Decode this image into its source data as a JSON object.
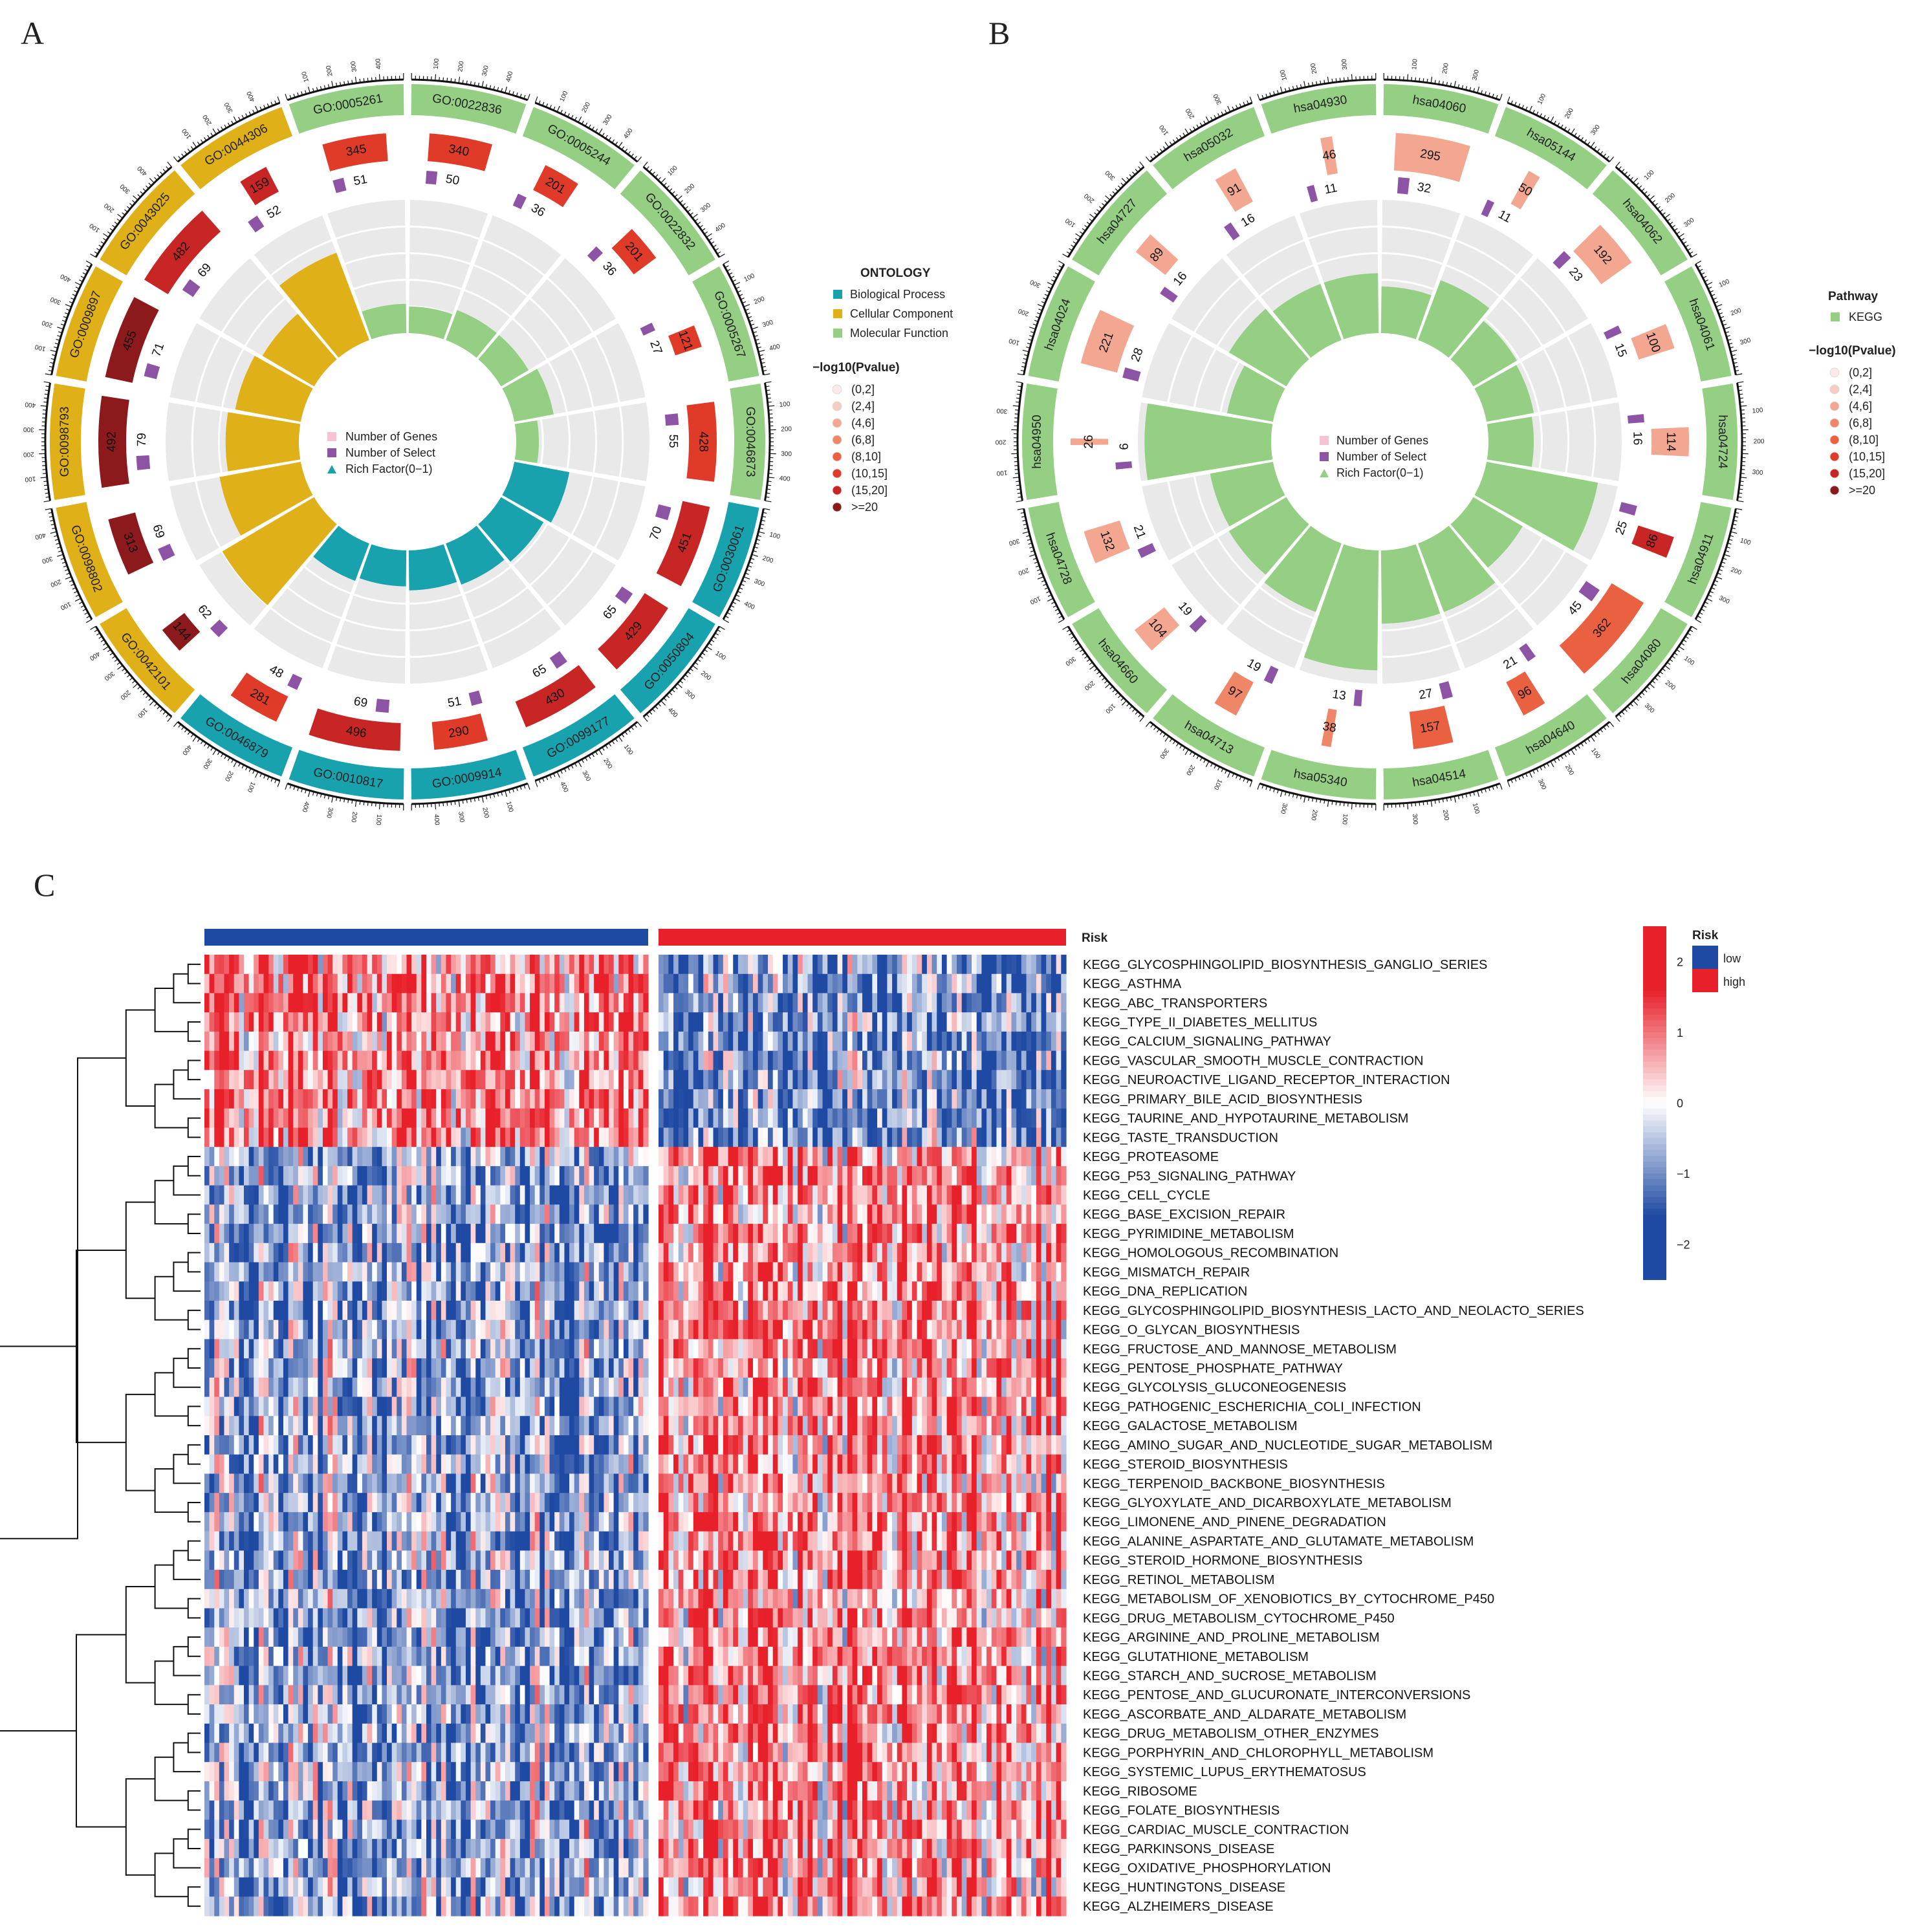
{
  "panels": {
    "a": "A",
    "b": "B",
    "c": "C"
  },
  "colors": {
    "bp": "#17a2ad",
    "cc": "#e0b018",
    "mf": "#95cf84",
    "kegg": "#95cf84",
    "select": "#8d54a6",
    "track_bg": "#e9e9e9",
    "low": "#1f4aa3",
    "high": "#e8202a",
    "mid": "#ffffff"
  },
  "chart_data": [
    {
      "id": "go-circos",
      "type": "circos",
      "legend_title": "ONTOLOGY",
      "categories": [
        {
          "key": "bp",
          "label": "Biological Process"
        },
        {
          "key": "cc",
          "label": "Cellular Component"
        },
        {
          "key": "mf",
          "label": "Molecular Function"
        }
      ],
      "track_legend": [
        "Number of Genes",
        "Number of Select",
        "Rich Factor(0−1)"
      ],
      "pvalue_title": "−log10(Pvalue)",
      "pvalue_bins": [
        "(0,2]",
        "(2,4]",
        "(4,6]",
        "(6,8]",
        "(8,10]",
        "(10,15]",
        "(15,20]",
        ">=20"
      ],
      "pvalue_colors": [
        "#fbeaea",
        "#f6cbc0",
        "#f3a791",
        "#ef8667",
        "#ea6142",
        "#e03a28",
        "#c72624",
        "#8c1a1c"
      ],
      "sectors": [
        {
          "id": "GO:0022836",
          "cat": "mf",
          "genes": 340,
          "select": 50,
          "rich": 0.2,
          "pbin": 5,
          "ticks": [
            "100",
            "200",
            "300",
            "400"
          ]
        },
        {
          "id": "GO:0005244",
          "cat": "mf",
          "genes": 201,
          "select": 36,
          "rich": 0.24,
          "pbin": 5,
          "ticks": [
            "100",
            "200",
            "300",
            "400"
          ]
        },
        {
          "id": "GO:0022832",
          "cat": "mf",
          "genes": 201,
          "select": 36,
          "rich": 0.24,
          "pbin": 5,
          "ticks": [
            "100",
            "200",
            "300",
            "400"
          ]
        },
        {
          "id": "GO:0005267",
          "cat": "mf",
          "genes": 121,
          "select": 27,
          "rich": 0.3,
          "pbin": 5,
          "ticks": [
            "100",
            "200",
            "300",
            "400"
          ]
        },
        {
          "id": "GO:0046873",
          "cat": "mf",
          "genes": 428,
          "select": 55,
          "rich": 0.17,
          "pbin": 5,
          "ticks": [
            "100",
            "200",
            "300",
            "400"
          ]
        },
        {
          "id": "GO:0030061",
          "cat": "bp",
          "genes": 451,
          "select": 70,
          "rich": 0.42,
          "pbin": 6,
          "ticks": [
            "100",
            "200",
            "300",
            "400"
          ]
        },
        {
          "id": "GO:0050804",
          "cat": "bp",
          "genes": 429,
          "select": 65,
          "rich": 0.37,
          "pbin": 6,
          "ticks": [
            "100",
            "200",
            "300",
            "400"
          ]
        },
        {
          "id": "GO:0099177",
          "cat": "bp",
          "genes": 430,
          "select": 65,
          "rich": 0.33,
          "pbin": 6,
          "ticks": [
            "100",
            "200",
            "300",
            "400"
          ]
        },
        {
          "id": "GO:0009914",
          "cat": "bp",
          "genes": 290,
          "select": 51,
          "rich": 0.3,
          "pbin": 5,
          "ticks": [
            "100",
            "200",
            "300",
            "400"
          ]
        },
        {
          "id": "GO:0010817",
          "cat": "bp",
          "genes": 496,
          "select": 69,
          "rich": 0.27,
          "pbin": 6,
          "ticks": [
            "100",
            "200",
            "300",
            "400"
          ]
        },
        {
          "id": "GO:0046879",
          "cat": "bp",
          "genes": 281,
          "select": 48,
          "rich": 0.3,
          "pbin": 5,
          "ticks": [
            "100",
            "200",
            "300",
            "400"
          ]
        },
        {
          "id": "GO:0042101",
          "cat": "cc",
          "genes": 144,
          "select": 62,
          "rich": 0.8,
          "pbin": 7,
          "ticks": [
            "100",
            "200",
            "300",
            "400"
          ]
        },
        {
          "id": "GO:0098802",
          "cat": "cc",
          "genes": 313,
          "select": 69,
          "rich": 0.62,
          "pbin": 7,
          "ticks": [
            "100",
            "200",
            "300",
            "400"
          ]
        },
        {
          "id": "GO:0098793",
          "cat": "cc",
          "genes": 492,
          "select": 79,
          "rich": 0.55,
          "pbin": 7,
          "ticks": [
            "100",
            "200",
            "300",
            "400"
          ]
        },
        {
          "id": "GO:0009897",
          "cat": "cc",
          "genes": 455,
          "select": 71,
          "rich": 0.5,
          "pbin": 7,
          "ticks": [
            "100",
            "200",
            "300",
            "400"
          ]
        },
        {
          "id": "GO:0043025",
          "cat": "cc",
          "genes": 482,
          "select": 69,
          "rich": 0.45,
          "pbin": 6,
          "ticks": [
            "100",
            "200",
            "300",
            "400"
          ]
        },
        {
          "id": "GO:0044306",
          "cat": "cc",
          "genes": 159,
          "select": 52,
          "rich": 0.7,
          "pbin": 6,
          "ticks": [
            "100",
            "200",
            "300",
            "400"
          ]
        },
        {
          "id": "GO:0005261",
          "cat": "mf",
          "genes": 345,
          "select": 51,
          "rich": 0.22,
          "pbin": 5,
          "ticks": [
            "100",
            "200",
            "300",
            "400"
          ]
        }
      ]
    },
    {
      "id": "kegg-circos",
      "type": "circos",
      "legend_title": "Pathway",
      "categories": [
        {
          "key": "kegg",
          "label": "KEGG"
        }
      ],
      "track_legend": [
        "Number of Genes",
        "Number of Select",
        "Rich Factor(0−1)"
      ],
      "pvalue_title": "−log10(Pvalue)",
      "pvalue_bins": [
        "(0,2]",
        "(2,4]",
        "(4,6]",
        "(6,8]",
        "(8,10]",
        "(10,15]",
        "(15,20]",
        ">=20"
      ],
      "pvalue_colors": [
        "#fbeaea",
        "#f6cbc0",
        "#f3a791",
        "#ef8667",
        "#ea6142",
        "#e03a28",
        "#c72624",
        "#8c1a1c"
      ],
      "sectors": [
        {
          "id": "hsa04060",
          "cat": "kegg",
          "genes": 295,
          "select": 32,
          "rich": 0.35,
          "pbin": 2,
          "ticks": [
            "100",
            "200",
            "300"
          ]
        },
        {
          "id": "hsa05144",
          "cat": "kegg",
          "genes": 50,
          "select": 11,
          "rich": 0.48,
          "pbin": 2,
          "ticks": [
            "100",
            "200",
            "300"
          ]
        },
        {
          "id": "hsa04062",
          "cat": "kegg",
          "genes": 192,
          "select": 23,
          "rich": 0.38,
          "pbin": 2,
          "ticks": [
            "100",
            "200",
            "300"
          ]
        },
        {
          "id": "hsa04061",
          "cat": "kegg",
          "genes": 100,
          "select": 15,
          "rich": 0.36,
          "pbin": 2,
          "ticks": [
            "100",
            "200",
            "300"
          ]
        },
        {
          "id": "hsa04724",
          "cat": "kegg",
          "genes": 114,
          "select": 16,
          "rich": 0.34,
          "pbin": 2,
          "ticks": [
            "100",
            "200",
            "300"
          ]
        },
        {
          "id": "hsa04911",
          "cat": "kegg",
          "genes": 86,
          "select": 25,
          "rich": 0.85,
          "pbin": 6,
          "ticks": [
            "100",
            "200",
            "300"
          ]
        },
        {
          "id": "hsa04080",
          "cat": "kegg",
          "genes": 362,
          "select": 45,
          "rich": 0.43,
          "pbin": 4,
          "ticks": [
            "100",
            "200",
            "300"
          ]
        },
        {
          "id": "hsa04640",
          "cat": "kegg",
          "genes": 96,
          "select": 21,
          "rich": 0.55,
          "pbin": 4,
          "ticks": [
            "100",
            "200",
            "300"
          ]
        },
        {
          "id": "hsa04514",
          "cat": "kegg",
          "genes": 157,
          "select": 27,
          "rich": 0.55,
          "pbin": 4,
          "ticks": [
            "100",
            "200",
            "300"
          ]
        },
        {
          "id": "hsa05340",
          "cat": "kegg",
          "genes": 38,
          "select": 13,
          "rich": 0.9,
          "pbin": 3,
          "ticks": [
            "100",
            "200",
            "300"
          ]
        },
        {
          "id": "hsa04713",
          "cat": "kegg",
          "genes": 97,
          "select": 19,
          "rich": 0.55,
          "pbin": 3,
          "ticks": [
            "100",
            "200",
            "300"
          ]
        },
        {
          "id": "hsa04660",
          "cat": "kegg",
          "genes": 104,
          "select": 19,
          "rich": 0.5,
          "pbin": 2,
          "ticks": [
            "100",
            "200",
            "300"
          ]
        },
        {
          "id": "hsa04728",
          "cat": "kegg",
          "genes": 132,
          "select": 21,
          "rich": 0.48,
          "pbin": 2,
          "ticks": [
            "100",
            "200",
            "300"
          ]
        },
        {
          "id": "hsa04950",
          "cat": "kegg",
          "genes": 26,
          "select": 9,
          "rich": 0.95,
          "pbin": 2,
          "ticks": [
            "100",
            "200",
            "300"
          ]
        },
        {
          "id": "hsa04024",
          "cat": "kegg",
          "genes": 221,
          "select": 28,
          "rich": 0.35,
          "pbin": 2,
          "ticks": [
            "100",
            "200",
            "300"
          ]
        },
        {
          "id": "hsa04727",
          "cat": "kegg",
          "genes": 89,
          "select": 16,
          "rich": 0.5,
          "pbin": 2,
          "ticks": [
            "100",
            "200",
            "300"
          ]
        },
        {
          "id": "hsa05032",
          "cat": "kegg",
          "genes": 91,
          "select": 16,
          "rich": 0.45,
          "pbin": 2,
          "ticks": [
            "100",
            "200",
            "300"
          ]
        },
        {
          "id": "hsa04930",
          "cat": "kegg",
          "genes": 46,
          "select": 11,
          "rich": 0.45,
          "pbin": 2,
          "ticks": [
            "100",
            "200",
            "300"
          ]
        }
      ]
    },
    {
      "id": "risk-heatmap",
      "type": "heatmap",
      "annotation_title": "Risk",
      "groups": [
        {
          "key": "low",
          "label": "low",
          "n": 90
        },
        {
          "key": "high",
          "label": "high",
          "n": 82
        }
      ],
      "colorbar_ticks": [
        "2",
        "1",
        "0",
        "−1",
        "−2"
      ],
      "colorbar_range": [
        -2.5,
        2.5
      ],
      "top_cluster_size": 10,
      "rows": [
        "KEGG_GLYCOSPHINGOLIPID_BIOSYNTHESIS_GANGLIO_SERIES",
        "KEGG_ASTHMA",
        "KEGG_ABC_TRANSPORTERS",
        "KEGG_TYPE_II_DIABETES_MELLITUS",
        "KEGG_CALCIUM_SIGNALING_PATHWAY",
        "KEGG_VASCULAR_SMOOTH_MUSCLE_CONTRACTION",
        "KEGG_NEUROACTIVE_LIGAND_RECEPTOR_INTERACTION",
        "KEGG_PRIMARY_BILE_ACID_BIOSYNTHESIS",
        "KEGG_TAURINE_AND_HYPOTAURINE_METABOLISM",
        "KEGG_TASTE_TRANSDUCTION",
        "KEGG_PROTEASOME",
        "KEGG_P53_SIGNALING_PATHWAY",
        "KEGG_CELL_CYCLE",
        "KEGG_BASE_EXCISION_REPAIR",
        "KEGG_PYRIMIDINE_METABOLISM",
        "KEGG_HOMOLOGOUS_RECOMBINATION",
        "KEGG_MISMATCH_REPAIR",
        "KEGG_DNA_REPLICATION",
        "KEGG_GLYCOSPHINGOLIPID_BIOSYNTHESIS_LACTO_AND_NEOLACTO_SERIES",
        "KEGG_O_GLYCAN_BIOSYNTHESIS",
        "KEGG_FRUCTOSE_AND_MANNOSE_METABOLISM",
        "KEGG_PENTOSE_PHOSPHATE_PATHWAY",
        "KEGG_GLYCOLYSIS_GLUCONEOGENESIS",
        "KEGG_PATHOGENIC_ESCHERICHIA_COLI_INFECTION",
        "KEGG_GALACTOSE_METABOLISM",
        "KEGG_AMINO_SUGAR_AND_NUCLEOTIDE_SUGAR_METABOLISM",
        "KEGG_STEROID_BIOSYNTHESIS",
        "KEGG_TERPENOID_BACKBONE_BIOSYNTHESIS",
        "KEGG_GLYOXYLATE_AND_DICARBOXYLATE_METABOLISM",
        "KEGG_LIMONENE_AND_PINENE_DEGRADATION",
        "KEGG_ALANINE_ASPARTATE_AND_GLUTAMATE_METABOLISM",
        "KEGG_STEROID_HORMONE_BIOSYNTHESIS",
        "KEGG_RETINOL_METABOLISM",
        "KEGG_METABOLISM_OF_XENOBIOTICS_BY_CYTOCHROME_P450",
        "KEGG_DRUG_METABOLISM_CYTOCHROME_P450",
        "KEGG_ARGININE_AND_PROLINE_METABOLISM",
        "KEGG_GLUTATHIONE_METABOLISM",
        "KEGG_STARCH_AND_SUCROSE_METABOLISM",
        "KEGG_PENTOSE_AND_GLUCURONATE_INTERCONVERSIONS",
        "KEGG_ASCORBATE_AND_ALDARATE_METABOLISM",
        "KEGG_DRUG_METABOLISM_OTHER_ENZYMES",
        "KEGG_PORPHYRIN_AND_CHLOROPHYLL_METABOLISM",
        "KEGG_SYSTEMIC_LUPUS_ERYTHEMATOSUS",
        "KEGG_RIBOSOME",
        "KEGG_FOLATE_BIOSYNTHESIS",
        "KEGG_CARDIAC_MUSCLE_CONTRACTION",
        "KEGG_PARKINSONS_DISEASE",
        "KEGG_OXIDATIVE_PHOSPHORYLATION",
        "KEGG_HUNTINGTONS_DISEASE",
        "KEGG_ALZHEIMERS_DISEASE"
      ]
    }
  ]
}
